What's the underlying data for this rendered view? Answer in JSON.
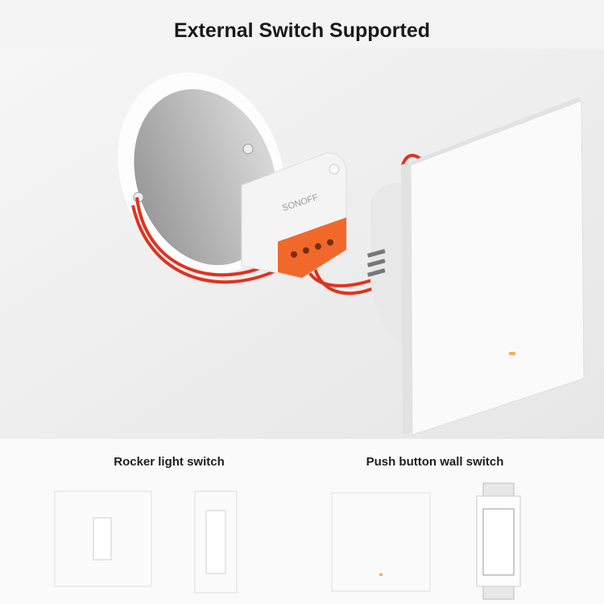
{
  "title": "External Switch Supported",
  "device": {
    "brand_logo": "SONOFF",
    "accent_color": "#f0692b",
    "wire_color": "#e0321f"
  },
  "categories": [
    {
      "label": "Rocker light switch"
    },
    {
      "label": "Push button wall switch"
    }
  ]
}
